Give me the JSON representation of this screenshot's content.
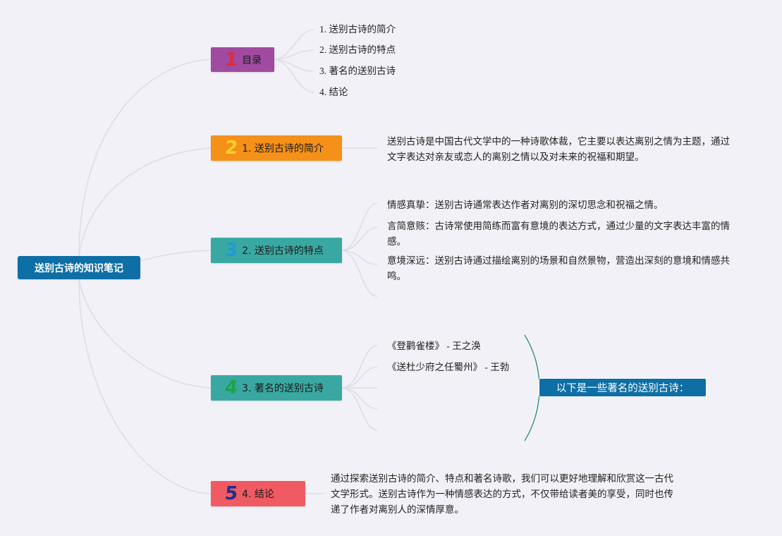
{
  "root": {
    "label": "送别古诗的知识笔记",
    "color": "#0d6fa5"
  },
  "branches": [
    {
      "num": "1",
      "num_color": "#e02a3b",
      "label": "目录",
      "color": "#a04aa0",
      "children": [
        "1. 送别古诗的简介",
        "2. 送别古诗的特点",
        "3. 著名的送别古诗",
        "4. 结论"
      ]
    },
    {
      "num": "2",
      "num_color": "#fbd02c",
      "label": "1. 送别古诗的简介",
      "color": "#f59018",
      "text": "送别古诗是中国古代文学中的一种诗歌体裁，它主要以表达离别之情为主题，通过文字表达对亲友或恋人的离别之情以及对未来的祝福和期望。"
    },
    {
      "num": "3",
      "num_color": "#1f9ad8",
      "label": "2. 送别古诗的特点",
      "color": "#3aa8a2",
      "children": [
        "情感真挚：送别古诗通常表达作者对离别的深切思念和祝福之情。",
        "言简意赅：古诗常使用简练而富有意境的表达方式，通过少量的文字表达丰富的情感。",
        "意境深远：送别古诗通过描绘离别的场景和自然景物，营造出深刻的意境和情感共鸣。"
      ]
    },
    {
      "num": "4",
      "num_color": "#1aa34a",
      "label": "3. 著名的送别古诗",
      "color": "#3aa8a2",
      "children": [
        "《登鹳雀楼》 - 王之涣",
        "《送杜少府之任蜀州》 - 王勃"
      ],
      "summary": "以下是一些著名的送别古诗："
    },
    {
      "num": "5",
      "num_color": "#1b2f8f",
      "label": "4. 结论",
      "color": "#f05a63",
      "text": "通过探索送别古诗的简介、特点和著名诗歌，我们可以更好地理解和欣赏这一古代文学形式。送别古诗作为一种情感表达的方式，不仅带给读者美的享受，同时也传递了作者对离别人的深情厚意。"
    }
  ]
}
